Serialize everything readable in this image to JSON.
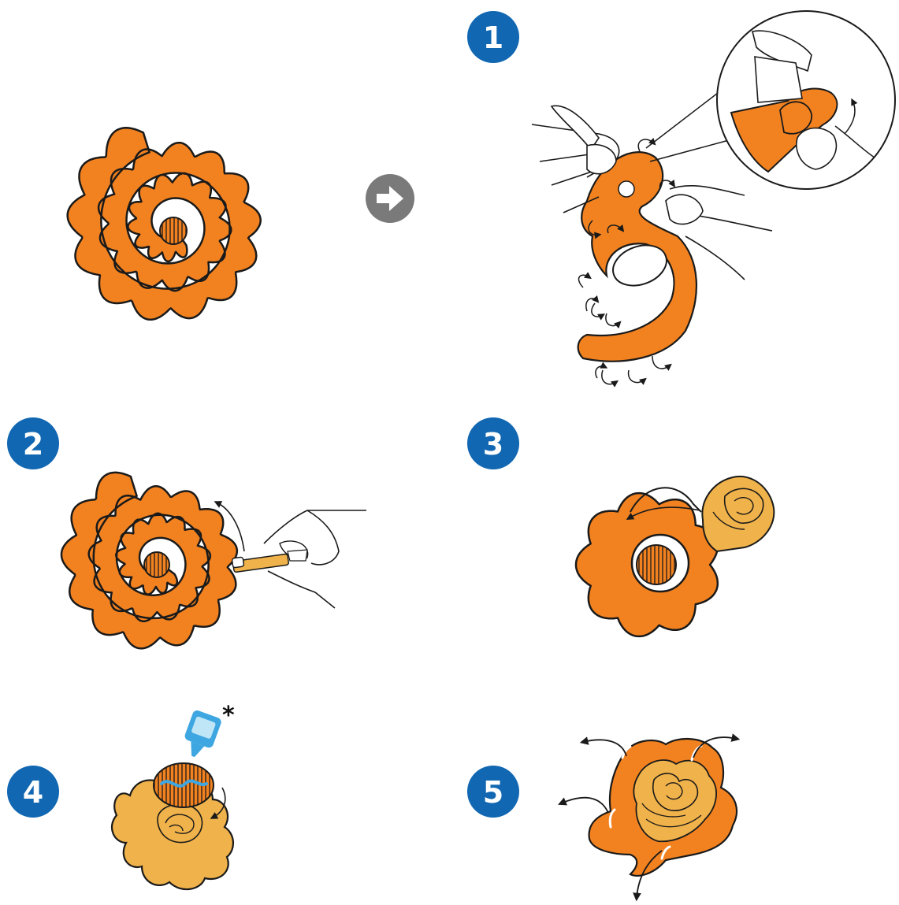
{
  "colors": {
    "petal": "#F28220",
    "petal_light": "#F0B24A",
    "outline": "#1a1a1a",
    "badge": "#1167B1",
    "arrow_circle": "#7a7a7a",
    "glue": "#3EA6E0"
  },
  "steps": [
    {
      "number": "1"
    },
    {
      "number": "2"
    },
    {
      "number": "3"
    },
    {
      "number": "4"
    },
    {
      "number": "5"
    }
  ],
  "glue_note": "*",
  "icons": {
    "next": "arrow-right-circle-icon",
    "glue": "glue-bottle-icon"
  }
}
